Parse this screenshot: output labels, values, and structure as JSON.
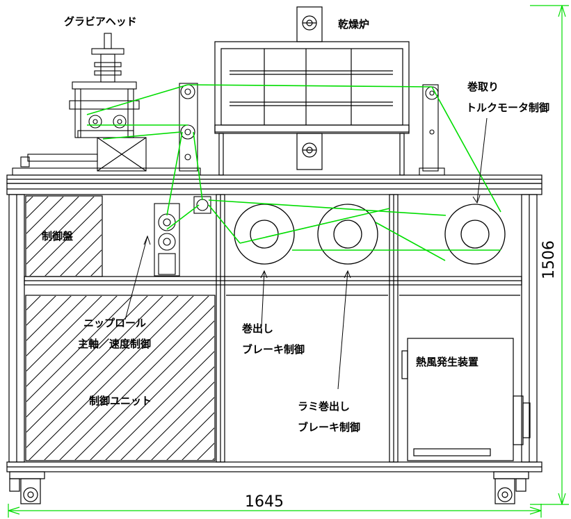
{
  "labels": {
    "gravure_head": "グラビアヘッド",
    "dryer": "乾燥炉",
    "winder_1": "巻取り",
    "winder_2": "トルクモータ制御",
    "control_panel": "制御盤",
    "nip_roll_1": "ニップロール",
    "nip_roll_2": "主軸／速度制御",
    "control_unit": "制御ユニット",
    "unwind_1": "巻出し",
    "unwind_2": "ブレーキ制御",
    "lami_unwind_1": "ラミ巻出し",
    "lami_unwind_2": "ブレーキ制御",
    "hot_air": "熱風発生装置"
  },
  "dimensions": {
    "width": "1645",
    "height": "1506"
  },
  "colors": {
    "line": "#000000",
    "web_path": "#00dd00"
  }
}
